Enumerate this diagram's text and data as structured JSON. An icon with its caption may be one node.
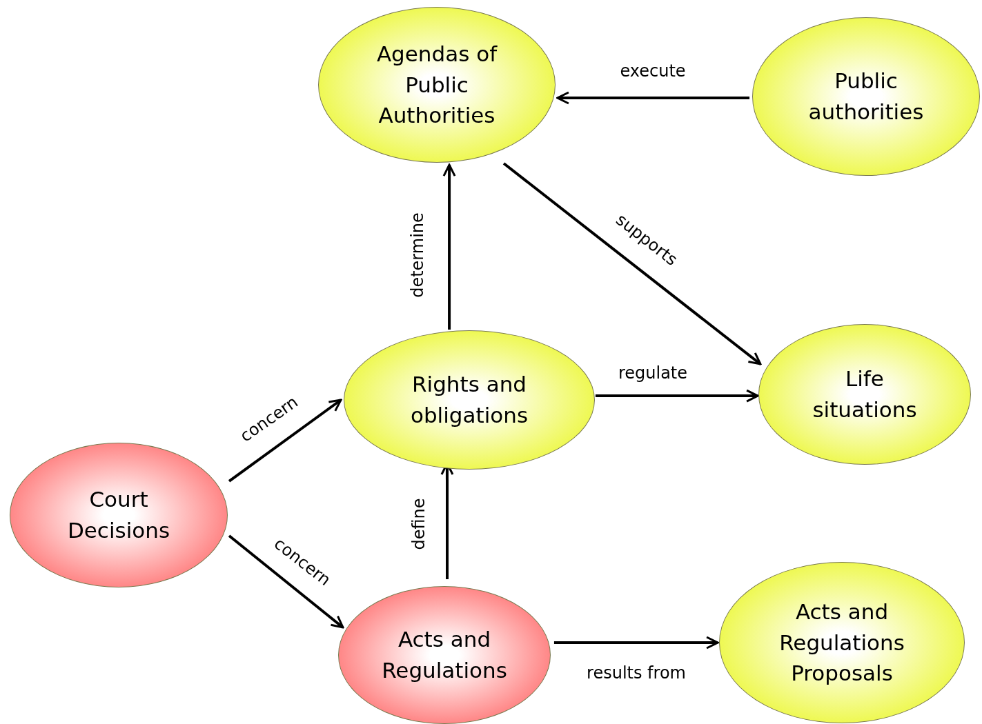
{
  "diagram": {
    "nodes": [
      {
        "text": [
          "Agendas of Public Authorities"
        ]
      },
      {
        "text": [
          "Public authorities"
        ]
      },
      {
        "text": [
          "Rights and obligations"
        ]
      },
      {
        "text": [
          "Life situations"
        ]
      },
      {
        "text": [
          "Court Decisions"
        ]
      },
      {
        "text": [
          "Acts and Regulations"
        ]
      },
      {
        "text": [
          "Acts and Regulations Proposals"
        ]
      }
    ],
    "edges": [
      {
        "from": 1,
        "to": 0,
        "arrow": "to",
        "label": "execute"
      },
      {
        "from": 0,
        "to": 3,
        "arrow": "to",
        "label": "supports"
      },
      {
        "from": 2,
        "to": 0,
        "arrow": "to",
        "label": "determine"
      },
      {
        "from": 2,
        "to": 3,
        "arrow": "to",
        "label": "regulate"
      },
      {
        "from": 4,
        "to": 2,
        "arrow": "to",
        "label": "concern"
      },
      {
        "from": 4,
        "to": 5,
        "arrow": "to",
        "label": "concern"
      },
      {
        "from": 5,
        "to": 2,
        "arrow": "to",
        "label": "define"
      },
      {
        "from": 5,
        "to": 6,
        "arrow": "to",
        "label": "results from"
      }
    ]
  }
}
